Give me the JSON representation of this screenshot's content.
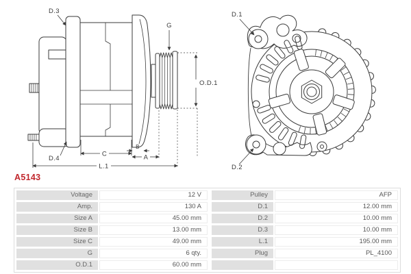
{
  "product": {
    "code": "A5143"
  },
  "colors": {
    "accent_red": "#c1272d",
    "table_label_bg": "#e0e0e0",
    "table_border": "#dcdcdc",
    "value_cell_border": "#ececec",
    "drawing_line": "#3a3a3a",
    "label_text": "#666666",
    "value_text": "#555555"
  },
  "drawing": {
    "side_view_labels": {
      "d3": "D.3",
      "d4": "D.4",
      "g": "G",
      "od1": "O.D.1",
      "c": "C",
      "b": "B",
      "a": "A",
      "l1": "L.1"
    },
    "front_view_labels": {
      "d1": "D.1",
      "d2": "D.2"
    }
  },
  "spec_table": {
    "left": [
      {
        "label": "Voltage",
        "value": "12 V"
      },
      {
        "label": "Amp.",
        "value": "130 A"
      },
      {
        "label": "Size A",
        "value": "45.00 mm"
      },
      {
        "label": "Size B",
        "value": "13.00 mm"
      },
      {
        "label": "Size C",
        "value": "49.00 mm"
      },
      {
        "label": "G",
        "value": "6 qty."
      },
      {
        "label": "O.D.1",
        "value": "60.00 mm"
      }
    ],
    "right": [
      {
        "label": "Pulley",
        "value": "AFP"
      },
      {
        "label": "D.1",
        "value": "12.00 mm"
      },
      {
        "label": "D.2",
        "value": "10.00 mm"
      },
      {
        "label": "D.3",
        "value": "10.00 mm"
      },
      {
        "label": "L.1",
        "value": "195.00 mm"
      },
      {
        "label": "Plug",
        "value": "PL_4100"
      },
      {
        "label": "",
        "value": ""
      }
    ]
  }
}
